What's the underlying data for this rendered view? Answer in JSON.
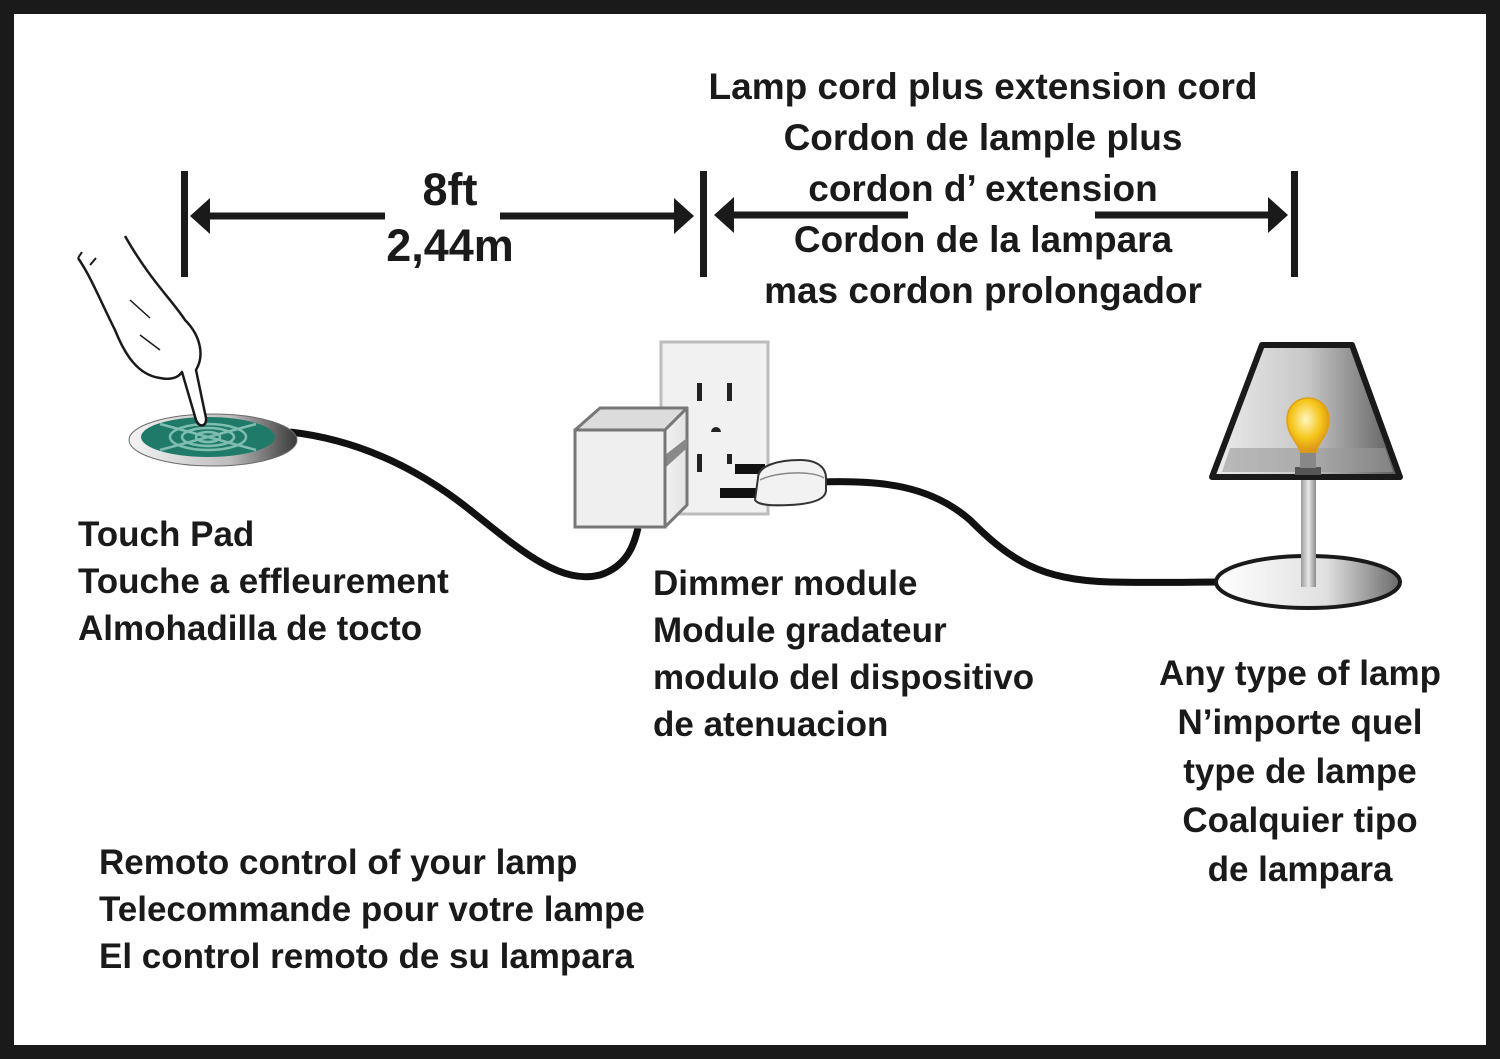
{
  "dimension_left": {
    "imperial": "8ft",
    "metric": "2,44m"
  },
  "dimension_right": {
    "lines": [
      "Lamp cord plus extension cord",
      "Cordon de lample plus",
      "cordon d’ extension",
      "Cordon de la lampara",
      "mas cordon prolongador"
    ]
  },
  "touch_pad": {
    "lines": [
      "Touch Pad",
      "Touche a effleurement",
      "Almohadilla de tocto"
    ],
    "pad_color": "#1f7a6a"
  },
  "dimmer_module": {
    "lines": [
      "Dimmer module",
      "Module gradateur",
      "modulo del dispositivo",
      "de atenuacion"
    ]
  },
  "lamp": {
    "lines": [
      "Any type of lamp",
      "N’importe quel",
      "type de lampe",
      "Coalquier tipo",
      "de lampara"
    ],
    "bulb_color": "#f5c518"
  },
  "caption": {
    "lines": [
      "Remoto control of your lamp",
      "Telecommande pour votre lampe",
      "El control remoto de su lampara"
    ]
  },
  "colors": {
    "frame": "#1a1a1a",
    "background": "#ffffff",
    "ink": "#1a1a1a"
  }
}
